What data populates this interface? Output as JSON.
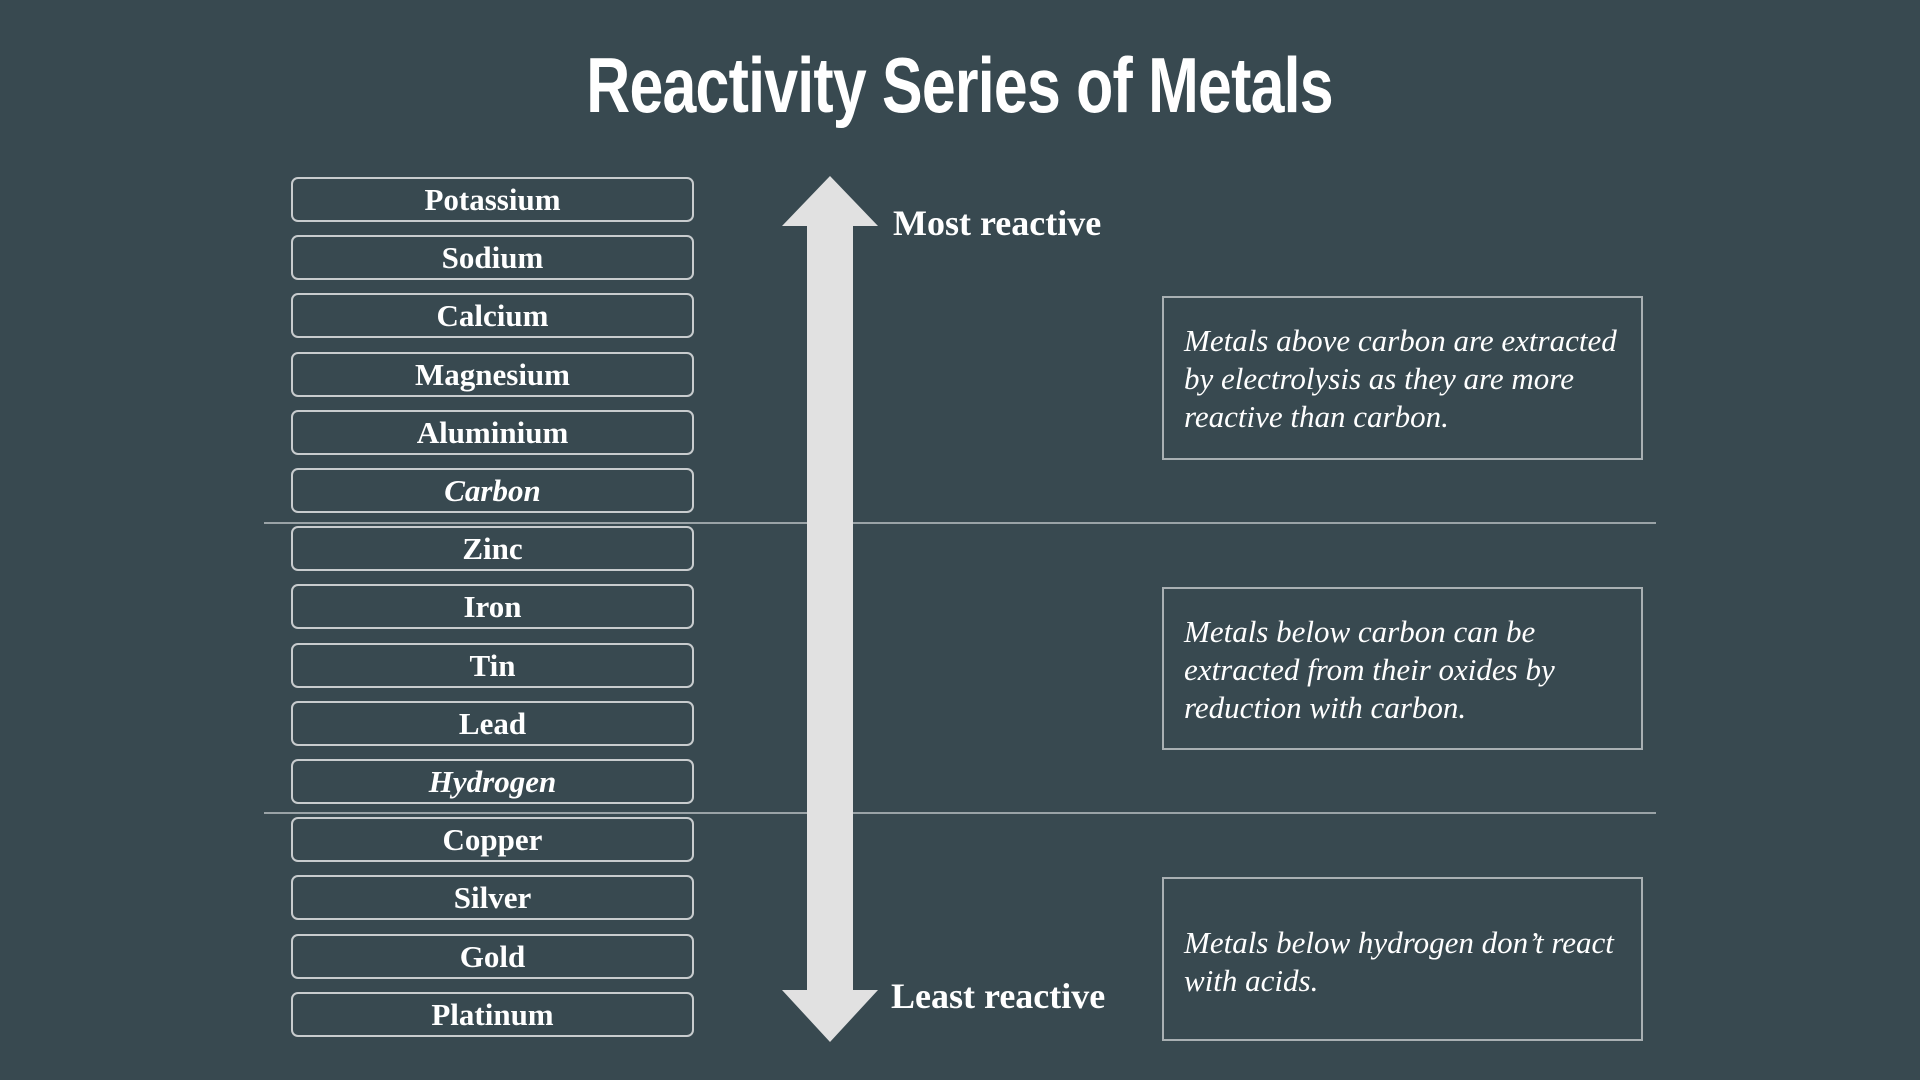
{
  "title": "Reactivity Series of Metals",
  "metals": [
    {
      "name": "Potassium",
      "italic": false
    },
    {
      "name": "Sodium",
      "italic": false
    },
    {
      "name": "Calcium",
      "italic": false
    },
    {
      "name": "Magnesium",
      "italic": false
    },
    {
      "name": "Aluminium",
      "italic": false
    },
    {
      "name": "Carbon",
      "italic": true
    },
    {
      "name": "Zinc",
      "italic": false
    },
    {
      "name": "Iron",
      "italic": false
    },
    {
      "name": "Tin",
      "italic": false
    },
    {
      "name": "Lead",
      "italic": false
    },
    {
      "name": "Hydrogen",
      "italic": true
    },
    {
      "name": "Copper",
      "italic": false
    },
    {
      "name": "Silver",
      "italic": false
    },
    {
      "name": "Gold",
      "italic": false
    },
    {
      "name": "Platinum",
      "italic": false
    }
  ],
  "arrow": {
    "top_label": "Most reactive",
    "bottom_label": "Least reactive"
  },
  "notes": [
    "Metals above carbon are extracted by electrolysis as they are more reactive than carbon.",
    "Metals below carbon can be extracted from their oxides by reduction with carbon.",
    "Metals below hydrogen don’t react with acids."
  ]
}
